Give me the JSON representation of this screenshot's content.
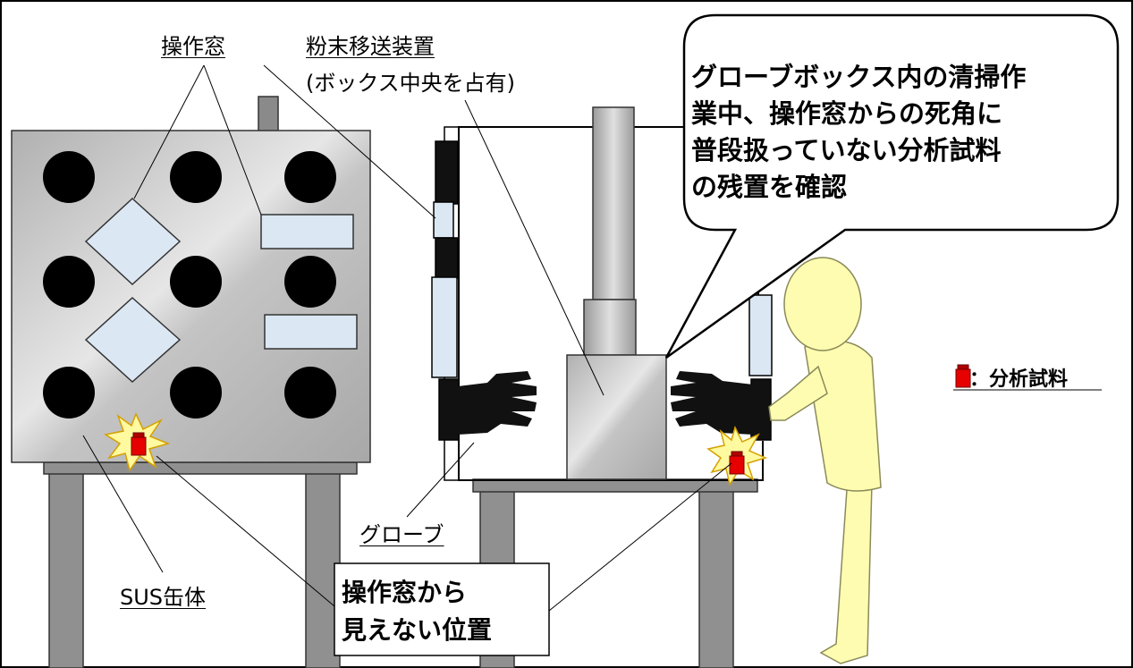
{
  "labels": {
    "operation_window": "操作窓",
    "powder_transfer": "粉末移送装置",
    "powder_transfer_note": "(ボックス中央を占有)",
    "glove": "グローブ",
    "sus_body": "SUS缶体",
    "hidden_position_line1": "操作窓から",
    "hidden_position_line2": "見えない位置"
  },
  "callout": {
    "lines": [
      "グローブボックス内の清掃作",
      "業中、操作窓からの死角に",
      "普段扱っていない分析試料",
      "の残置を確認"
    ]
  },
  "legend": {
    "sample_label": "：分析試料",
    "sample_icon": "red-sample-bottle-icon",
    "sample_color": "#e60000"
  },
  "colors": {
    "steel": "#c8c8c8",
    "window": "#dbe7f3",
    "leg": "#909090",
    "person": "#fefcb0",
    "flash": "#fff9a0"
  }
}
